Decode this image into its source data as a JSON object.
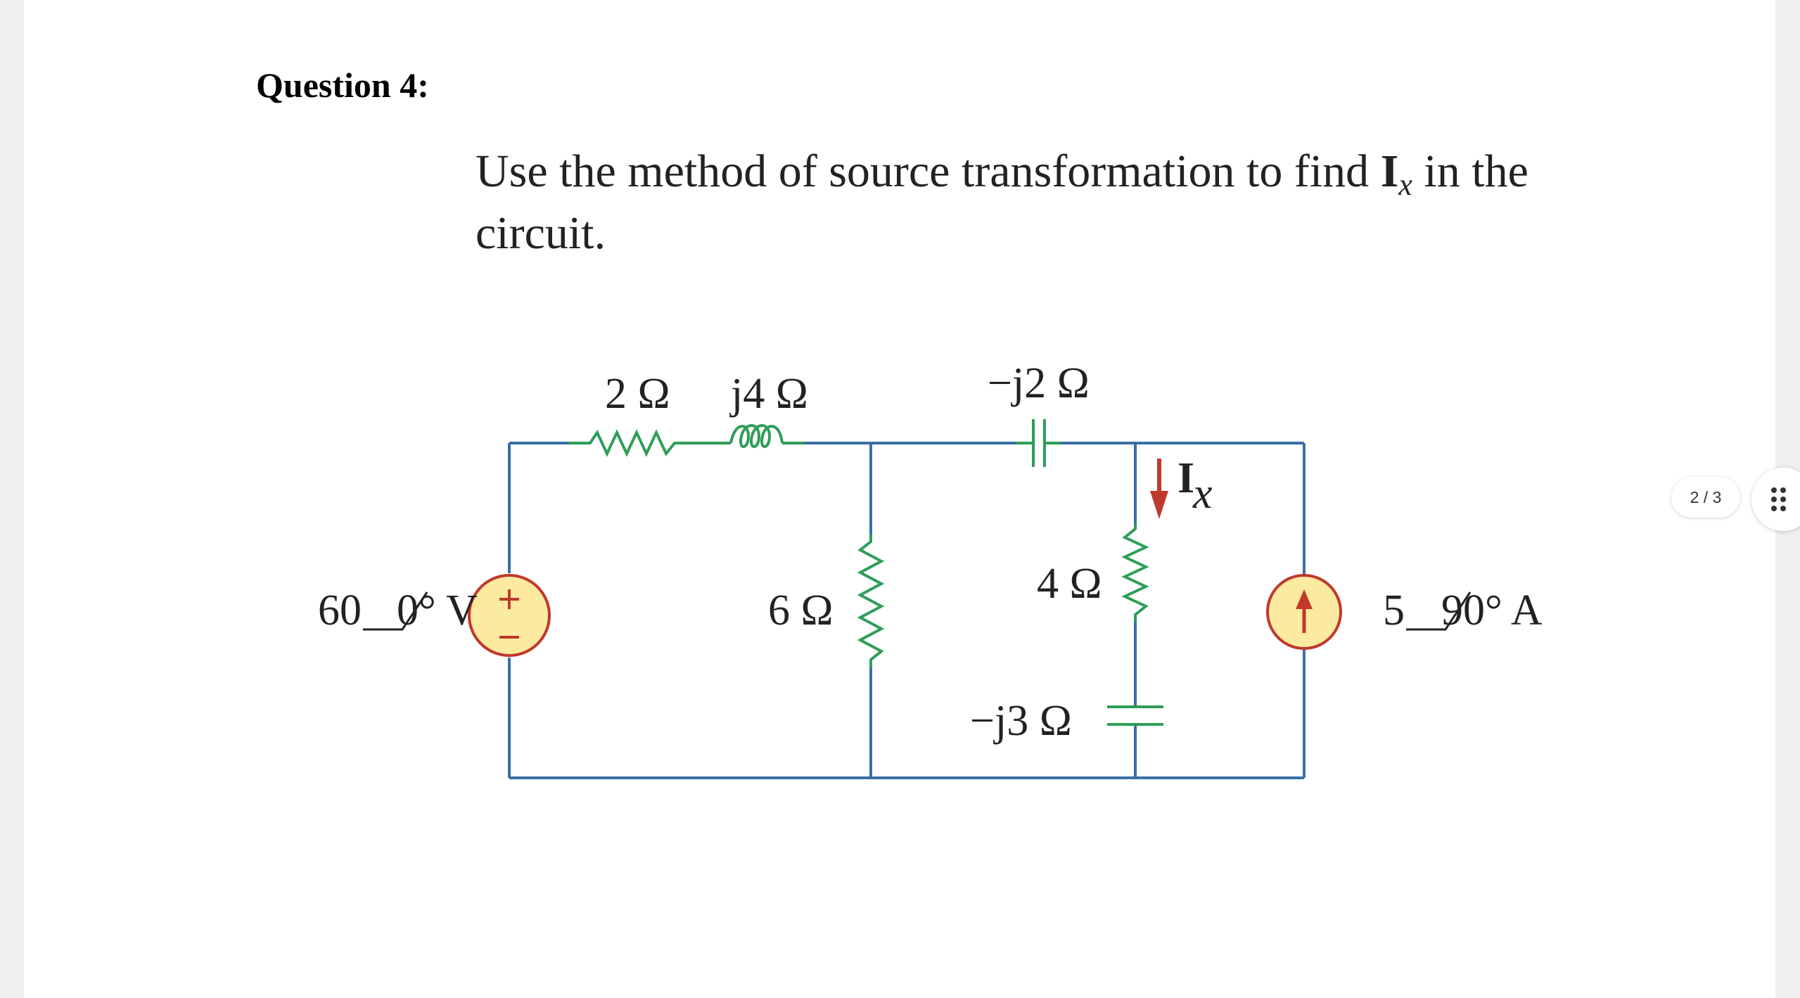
{
  "question": {
    "heading": "Question 4:",
    "text_before": "Use the method of source transformation to find ",
    "symbol": "I",
    "symbol_subscript": "x",
    "text_after": " in the circuit."
  },
  "circuit": {
    "resistor_2": "2 Ω",
    "inductor_j4": "j4 Ω",
    "capacitor_neg_j2": "−j2 Ω",
    "resistor_6": "6 Ω",
    "resistor_4": "4 Ω",
    "capacitor_neg_j3": "−j3 Ω",
    "voltage_source_magnitude": "60",
    "voltage_source_angle": "0° V",
    "current_source_magnitude": "5",
    "current_source_angle": "90° A",
    "current_symbol": "I",
    "current_subscript": "x"
  },
  "viewer": {
    "page_indicator": "2 / 3"
  },
  "colors": {
    "wire": "#3a6fa6",
    "component": "#2e9e58",
    "source_fill": "#fbeaa0",
    "source_stroke": "#c0392b",
    "arrow": "#c0392b"
  }
}
